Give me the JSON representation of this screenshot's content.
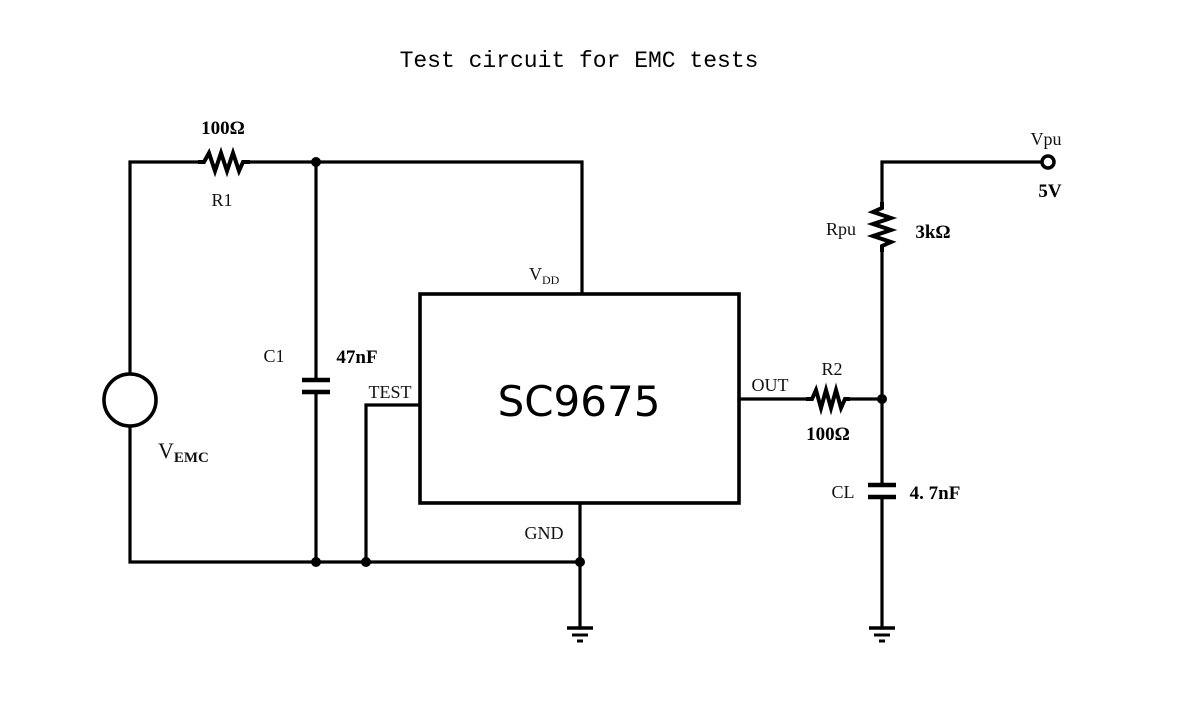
{
  "title": "Test circuit for EMC tests",
  "ic": {
    "name": "SC9675",
    "pins": {
      "vdd_main": "V",
      "vdd_sub": "DD",
      "gnd": "GND",
      "test": "TEST",
      "out": "OUT"
    }
  },
  "components": {
    "r1": {
      "ref": "R1",
      "value": "100Ω"
    },
    "c1": {
      "ref": "C1",
      "value": "47nF"
    },
    "source": {
      "ref_main": "V",
      "ref_sub": "EMC"
    },
    "rpu": {
      "ref": "Rpu",
      "value": "3kΩ"
    },
    "r2": {
      "ref": "R2",
      "value": "100Ω"
    },
    "cl": {
      "ref": "CL",
      "value": "4. 7nF"
    },
    "vpu": {
      "ref": "Vpu",
      "value": "5V"
    }
  }
}
